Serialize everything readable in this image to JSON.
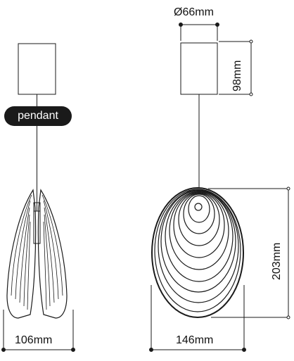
{
  "badge": {
    "label": "pendant"
  },
  "dimensions": {
    "side_width": "106mm",
    "front_width": "146mm",
    "canopy_diameter": "Ø66mm",
    "canopy_height": "98mm",
    "shade_height": "203mm"
  },
  "colors": {
    "line": "#1a1a1a",
    "badge_bg": "#1a1a1a",
    "badge_text": "#ffffff",
    "background": "#ffffff"
  }
}
